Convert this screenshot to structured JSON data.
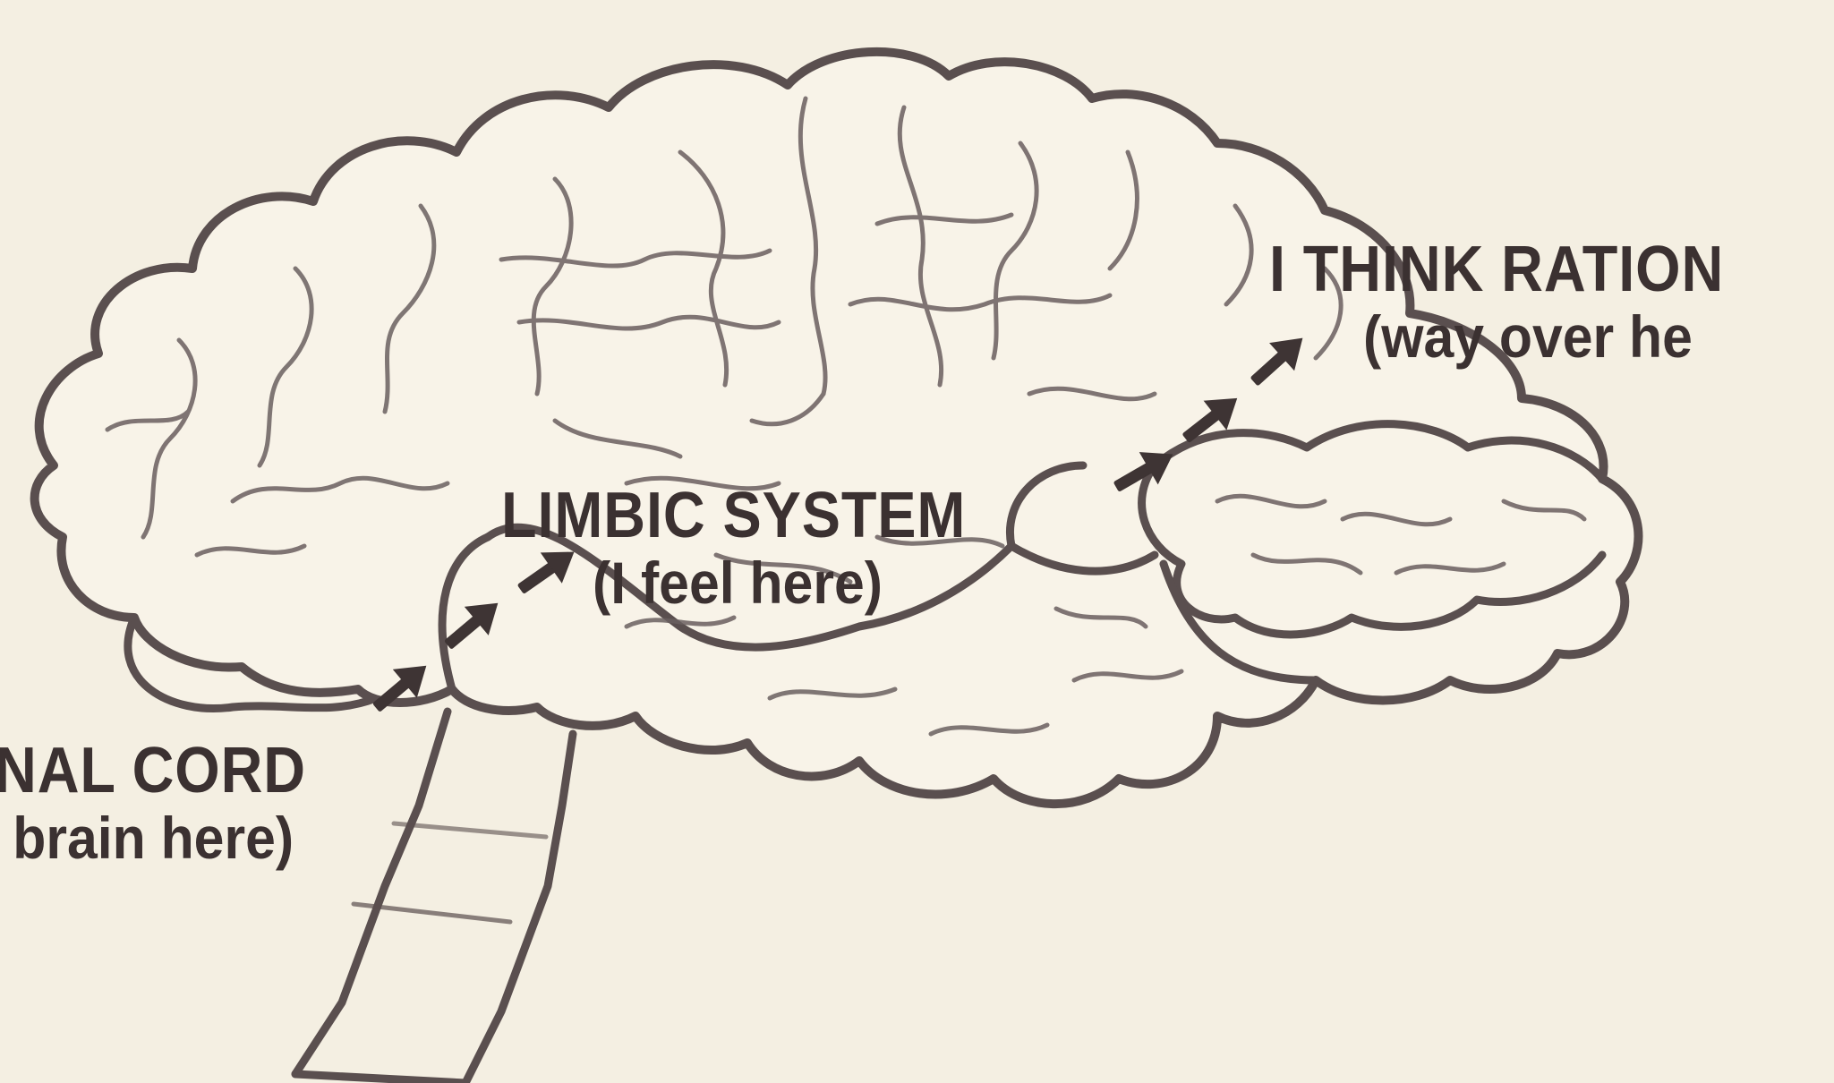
{
  "diagram": {
    "labels": {
      "spinal_cord": {
        "title": "NAL CORD",
        "subtitle": "rs brain here)"
      },
      "limbic_system": {
        "title": "LIMBIC SYSTEM",
        "subtitle": "(I feel here)"
      },
      "rational": {
        "title": "I THINK RATION",
        "subtitle": "(way over he"
      }
    },
    "colors": {
      "paper": "#f4efe2",
      "outline": "#5a4f4f",
      "text": "#3b3131",
      "arrow": "#3e3434"
    },
    "icons": [
      "brain-outline",
      "arrow-icon"
    ]
  }
}
